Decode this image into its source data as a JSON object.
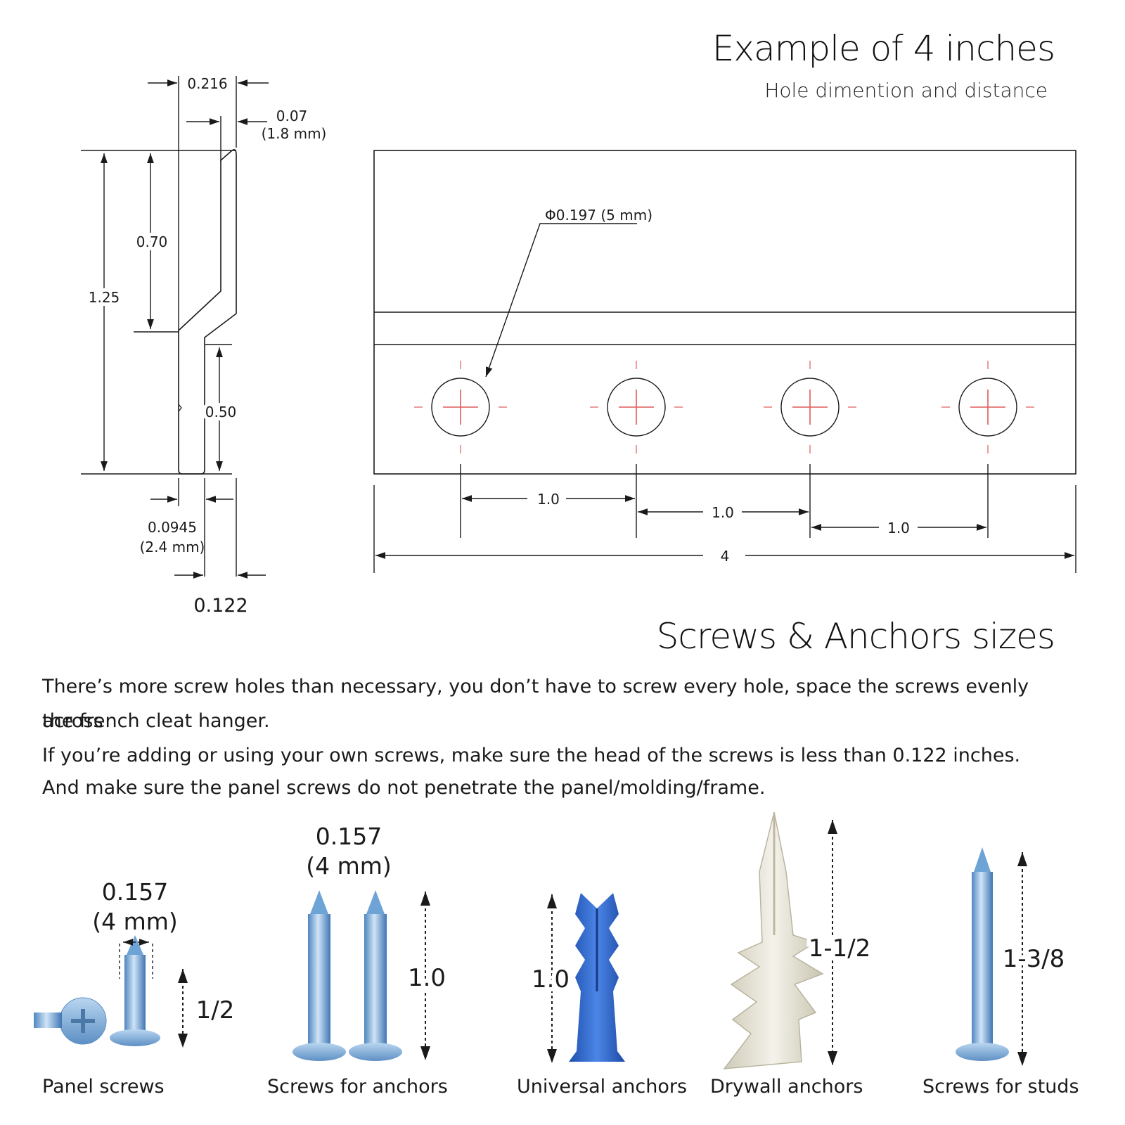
{
  "header": {
    "title": "Example of 4 inches",
    "subtitle": "Hole dimention and distance"
  },
  "profile": {
    "width_top": "0.216",
    "lip": "0.07",
    "lip_mm": "(1.8 mm)",
    "height_total": "1.25",
    "height_upper": "0.70",
    "height_lower": "0.50",
    "thickness": "0.0945",
    "thickness_mm": "(2.4 mm)",
    "head_gap": "0.122"
  },
  "plate": {
    "hole_label": "Φ0.197 (5 mm)",
    "spacings": [
      "1.0",
      "1.0",
      "1.0"
    ],
    "total_width": "4",
    "hole_count": 4
  },
  "section2": {
    "title": "Screws & Anchors sizes",
    "paragraph_lines": [
      "There’s more screw holes than necessary, you don’t have to screw every hole, space the screws evenly across",
      "the french cleat hanger.",
      "If you’re adding or using your own screws, make sure the head of the screws is less than 0.122 inches.",
      "And make sure the panel screws do not penetrate the panel/molding/frame."
    ]
  },
  "items": [
    {
      "label": "Panel screws",
      "dia": "0.157",
      "dia_mm": "(4 mm)",
      "length": "1/2"
    },
    {
      "label": "Screws for anchors",
      "dia": "0.157",
      "dia_mm": "(4 mm)",
      "length": "1.0"
    },
    {
      "label": "Universal anchors",
      "length": "1.0"
    },
    {
      "label": "Drywall anchors",
      "length": "1-1/2"
    },
    {
      "label": "Screws for studs",
      "length": "1-3/8"
    }
  ],
  "colors": {
    "line": "#1a1a1a",
    "centerline": "#e05a5a",
    "screw_blue": "#7fb2dd",
    "anchor_blue": "#2f63c7",
    "drywall_anchor": "#e8e5d8"
  }
}
